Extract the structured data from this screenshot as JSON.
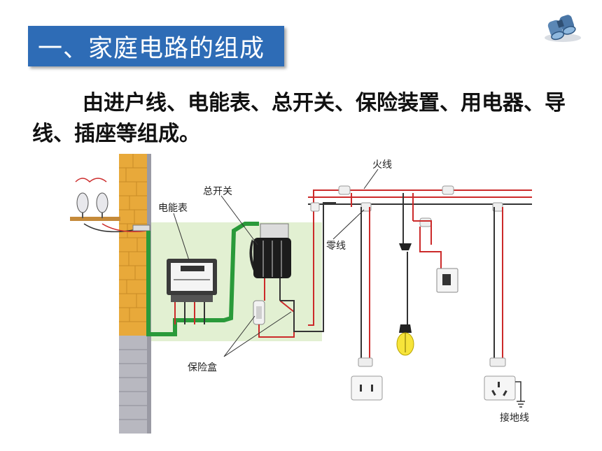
{
  "heading": "一、家庭电路的组成",
  "paragraph": "由进户线、电能表、总开关、保险装置、用电器、导线、插座等组成。",
  "diagram": {
    "labels": {
      "meter": "电能表",
      "main_switch": "总开关",
      "live_wire": "火线",
      "neutral_wire": "零线",
      "fuse_box": "保险盒",
      "ground_wire": "接地线"
    }
  },
  "colors": {
    "title_bg": "#2e6cb6",
    "live_wire": "#cc2a2a",
    "neutral_wire": "#2a2a2a",
    "ground_wire": "#2a9a3a",
    "wall_brick": "#e8a93a"
  },
  "icons": [
    "binoculars-icon"
  ]
}
